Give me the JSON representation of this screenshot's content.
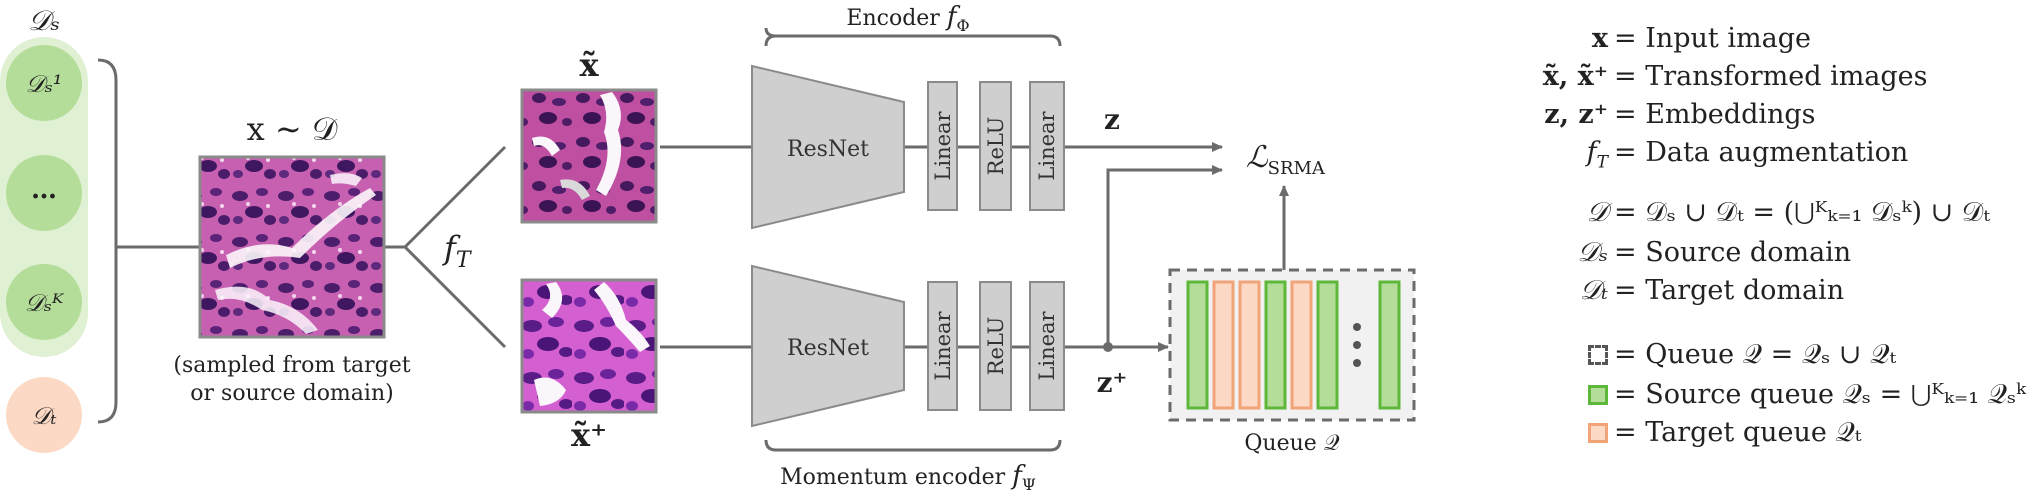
{
  "left_panel": {
    "group_label": "𝒟ₛ",
    "items": [
      "𝒟ₛ¹",
      "…",
      "𝒟ₛᴷ",
      "𝒟ₜ"
    ]
  },
  "input": {
    "title": "x ∼ 𝒟",
    "caption_line1": "(sampled from target",
    "caption_line2": "or source domain)"
  },
  "augment_label": "f",
  "augment_sub": "T",
  "views": {
    "top": "x̃",
    "bottom": "x̃⁺"
  },
  "encoder": {
    "title": "Encoder",
    "fn": "f",
    "fn_sub": "Φ",
    "backbone": "ResNet",
    "layers": [
      "Linear",
      "ReLU",
      "Linear"
    ]
  },
  "momentum_encoder": {
    "title": "Momentum encoder",
    "fn": "f",
    "fn_sub": "Ψ",
    "backbone": "ResNet",
    "layers": [
      "Linear",
      "ReLU",
      "Linear"
    ]
  },
  "embeddings": {
    "z": "z",
    "z_plus": "z⁺"
  },
  "loss": {
    "symbol": "ℒ",
    "sub": "SRMA"
  },
  "queue": {
    "label": "Queue 𝒬",
    "dots": "⋮"
  },
  "legend": [
    {
      "symbol": "x",
      "text": "= Input image"
    },
    {
      "symbol": "x̃, x̃⁺",
      "text": "= Transformed images"
    },
    {
      "symbol": "z, z⁺",
      "text": "= Embeddings"
    },
    {
      "symbol": "f_T",
      "text": "= Data augmentation"
    },
    {
      "symbol": "𝒟",
      "text": "= 𝒟ₛ ∪ 𝒟ₜ = (⋃ᴷₖ₌₁ 𝒟ₛᵏ) ∪ 𝒟ₜ"
    },
    {
      "symbol": "𝒟ₛ",
      "text": "= Source domain"
    },
    {
      "symbol": "𝒟ₜ",
      "text": "= Target domain"
    },
    {
      "symbol": "",
      "text": "= Queue 𝒬 = 𝒬ₛ ∪ 𝒬ₜ"
    },
    {
      "symbol": "",
      "text": "= Source queue 𝒬ₛ = ⋃ᴷₖ₌₁ 𝒬ₛᵏ"
    },
    {
      "symbol": "",
      "text": "= Target queue 𝒬ₜ"
    }
  ],
  "colors": {
    "source_fill": "#b5dd9a",
    "source_stroke": "#5db83a",
    "target_fill": "#fcd9c4",
    "target_stroke": "#f0a478",
    "panel_bg": "#dff0d3",
    "block_gray": "#cfcfcf",
    "line": "#6b6b6b",
    "tissue_bg": "#c45aa8",
    "tissue_bg2": "#cf57c8"
  }
}
